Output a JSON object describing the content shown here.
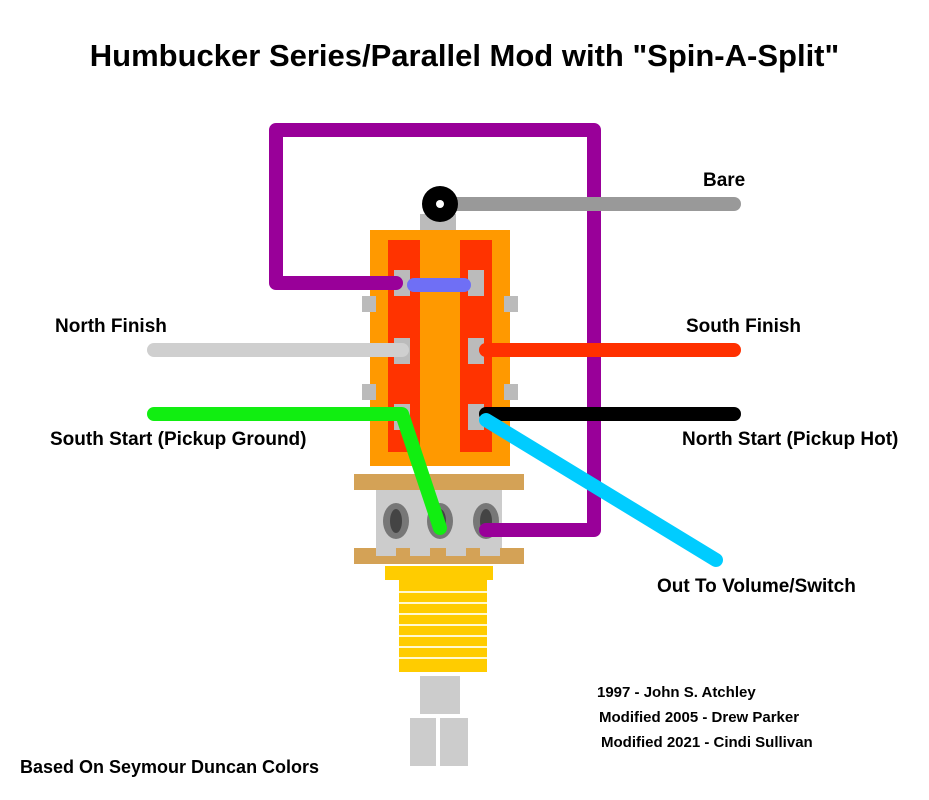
{
  "title": "Humbucker Series/Parallel Mod with \"Spin-A-Split\"",
  "labels": {
    "bare": "Bare",
    "north_finish": "North Finish",
    "south_finish": "South Finish",
    "south_start": "South Start (Pickup Ground)",
    "north_start": "North Start (Pickup Hot)",
    "out": "Out To Volume/Switch"
  },
  "credits": {
    "line1": "1997 - John S. Atchley",
    "line2": "Modified 2005 - Drew Parker",
    "line3": "Modified 2021 - Cindi Sullivan"
  },
  "footer": "Based On Seymour Duncan Colors",
  "wire_colors": {
    "jumper_loop": "#990099",
    "jumper_short": "#6f6ff5",
    "bare": "#999999",
    "north_finish": "#cfcfcf",
    "south_finish": "#ff3000",
    "south_start": "#11ee11",
    "north_start": "#000000",
    "out": "#00ccff"
  }
}
